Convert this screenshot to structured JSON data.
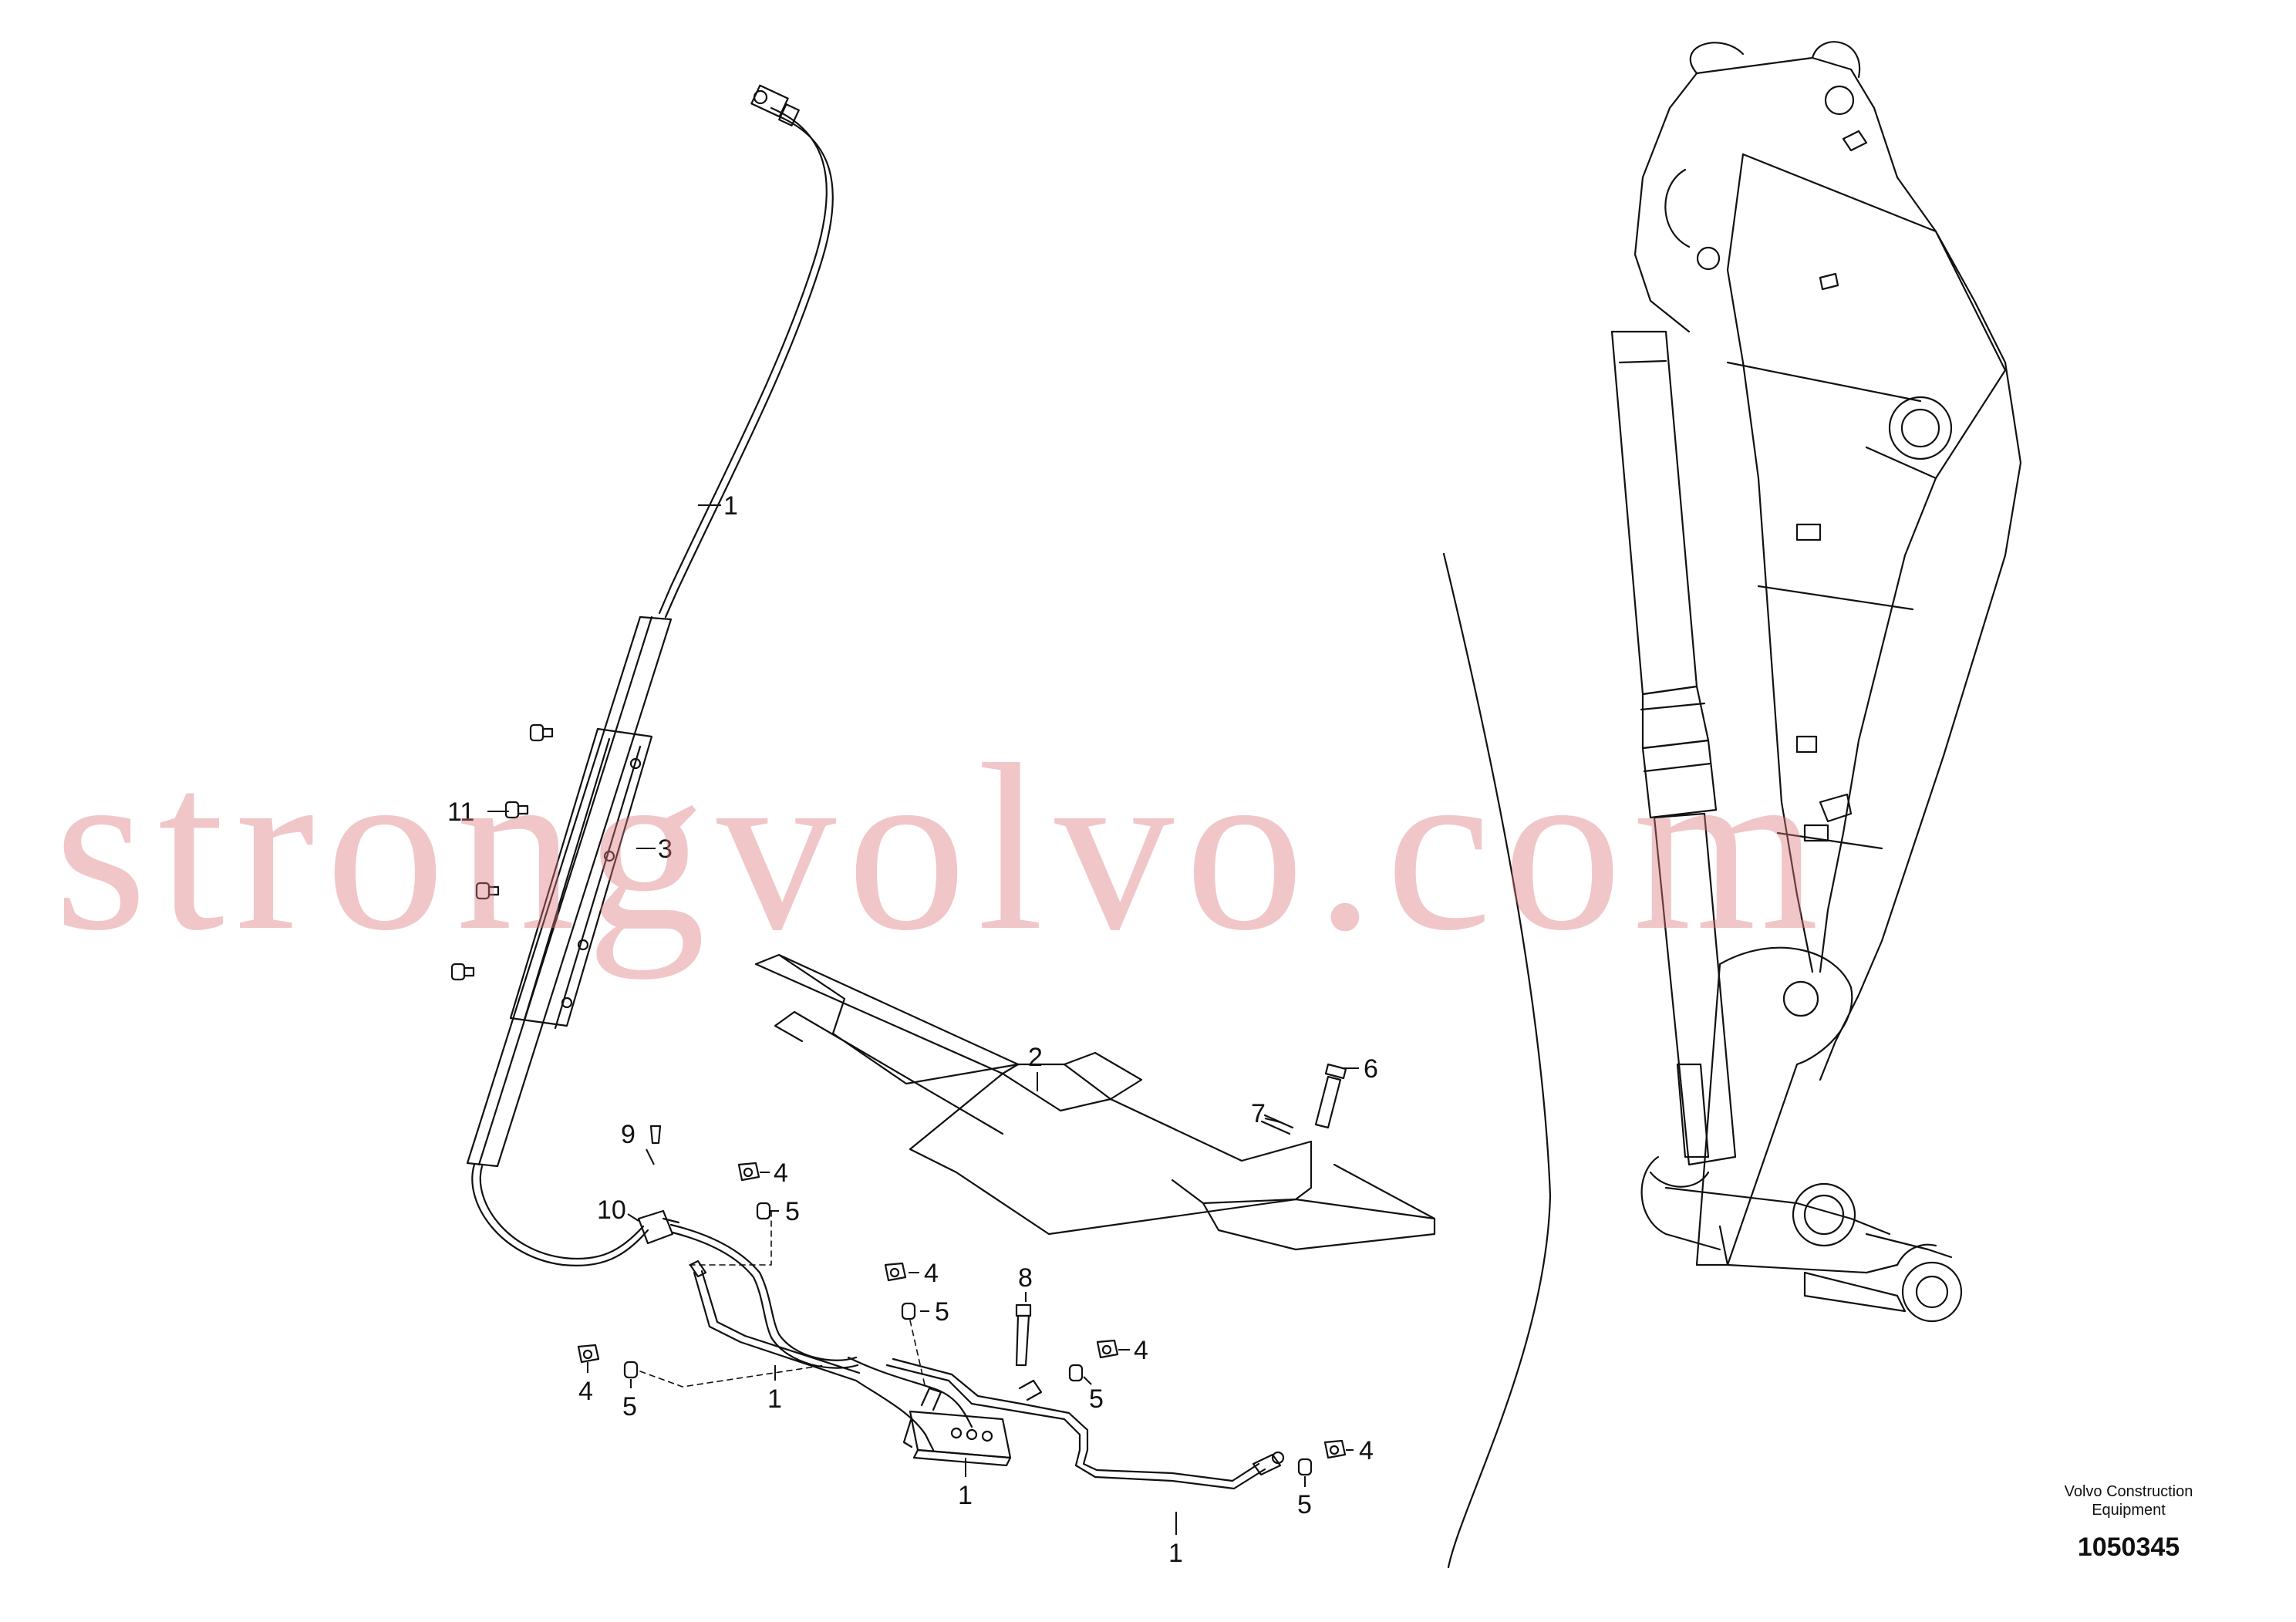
{
  "callouts": [
    {
      "id": "c1a",
      "label": "1"
    },
    {
      "id": "c11",
      "label": "11"
    },
    {
      "id": "c3",
      "label": "3"
    },
    {
      "id": "c2",
      "label": "2"
    },
    {
      "id": "c6",
      "label": "6"
    },
    {
      "id": "c7",
      "label": "7"
    },
    {
      "id": "c9",
      "label": "9"
    },
    {
      "id": "c4a",
      "label": "4"
    },
    {
      "id": "c10",
      "label": "10"
    },
    {
      "id": "c5a",
      "label": "5"
    },
    {
      "id": "c4b",
      "label": "4"
    },
    {
      "id": "c8",
      "label": "8"
    },
    {
      "id": "c5b",
      "label": "5"
    },
    {
      "id": "c4c",
      "label": "4"
    },
    {
      "id": "c5c",
      "label": "5"
    },
    {
      "id": "c4d",
      "label": "4"
    },
    {
      "id": "c5d",
      "label": "5"
    },
    {
      "id": "c1b",
      "label": "1"
    },
    {
      "id": "c4e",
      "label": "4"
    },
    {
      "id": "c5e",
      "label": "5"
    },
    {
      "id": "c1c",
      "label": "1"
    },
    {
      "id": "c1d",
      "label": "1"
    }
  ],
  "brand": {
    "line1": "Volvo Construction",
    "line2": "Equipment"
  },
  "drawing_number": "1050345",
  "watermark": "strongvolvo.com",
  "colors": {
    "ink": "#111111",
    "watermark": "#de787d"
  }
}
